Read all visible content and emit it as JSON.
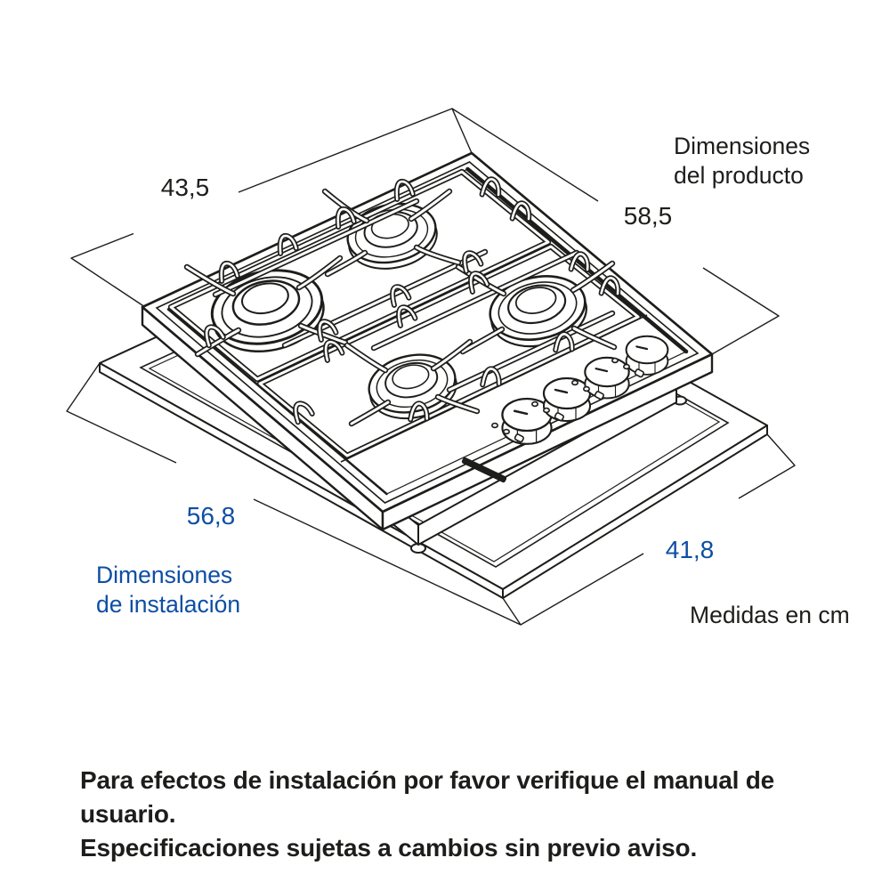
{
  "diagram": {
    "product_label": {
      "line1": "Dimensiones",
      "line2": "del producto"
    },
    "installation_label": {
      "line1": "Dimensiones",
      "line2": "de instalación"
    },
    "units_label": "Medidas en cm",
    "dimensions": {
      "product_depth": "43,5",
      "product_width": "58,5",
      "installation_width": "56,8",
      "installation_depth": "41,8"
    },
    "colors": {
      "line": "#1d1d1b",
      "accent": "#0d4ea3"
    }
  },
  "footer": {
    "line1": "Para efectos de instalación por favor verifique el manual de usuario.",
    "line2": "Especificaciones sujetas a cambios sin previo aviso."
  }
}
